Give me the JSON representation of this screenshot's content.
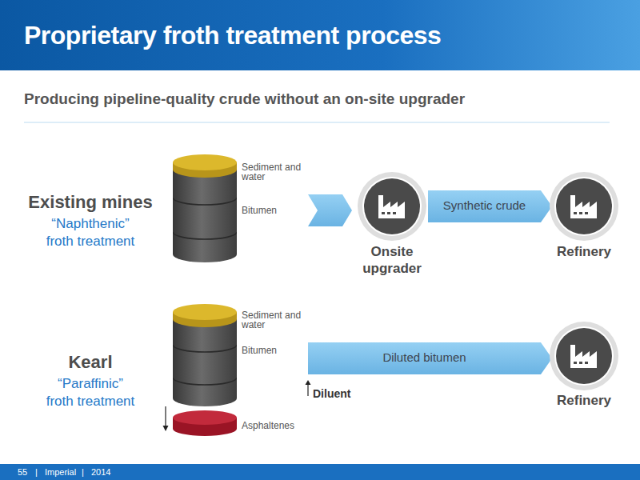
{
  "diagram": {
    "title": "Proprietary froth treatment process",
    "nodes": [
      {
        "text": [
          "Sediment and water",
          "Bitumen"
        ]
      },
      {
        "text": [
          "Onsite upgrader"
        ]
      },
      {
        "text": [
          "Refinery"
        ]
      },
      {
        "text": [
          "Sediment and water",
          "Bitumen"
        ]
      },
      {
        "text": [
          "Asphaltenes"
        ]
      },
      {
        "text": [
          "Refinery"
        ]
      }
    ],
    "edges": [
      {
        "from": 0,
        "to": 1,
        "arrow": "to"
      },
      {
        "from": 1,
        "to": 2,
        "label": "Synthetic crude",
        "arrow": "to"
      },
      {
        "from": 3,
        "to": 5,
        "label": "Diluted bitumen",
        "arrow": "to"
      },
      {
        "from": 3,
        "to": 4,
        "arrow": "to"
      }
    ],
    "labels": [
      "Producing pipeline-quality crude without an on-site upgrader",
      "Existing mines",
      "“Naphthenic” froth treatment",
      "Kearl",
      "“Paraffinic” froth treatment",
      "Diluent",
      "55",
      "|",
      "Imperial",
      "|",
      "2014"
    ]
  }
}
